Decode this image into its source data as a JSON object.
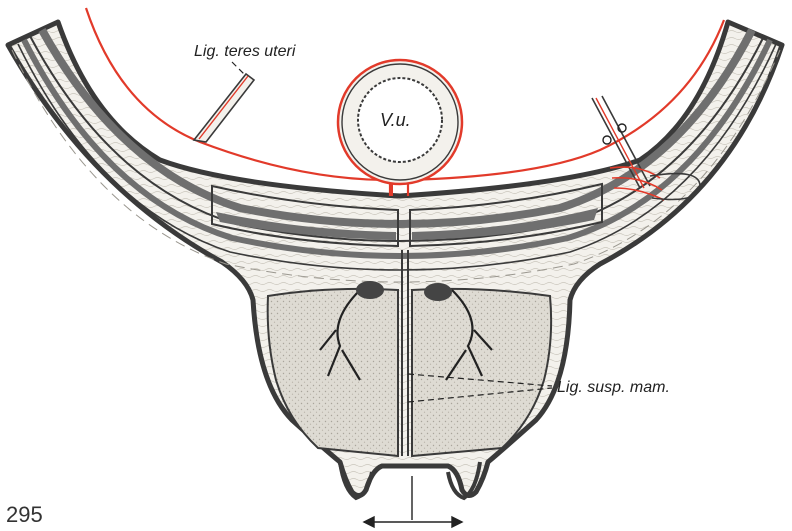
{
  "page_number": "295",
  "labels": {
    "lig_teres": "Lig. teres uteri",
    "vu": "V.u.",
    "lig_susp": "Lig. susp. mam."
  },
  "colors": {
    "peritoneum": "#e23a2a",
    "outline": "#3a3a3a",
    "muscle": "#6f6f6f",
    "tissue": "#f3f1ec",
    "gland": "#dedbd3"
  }
}
